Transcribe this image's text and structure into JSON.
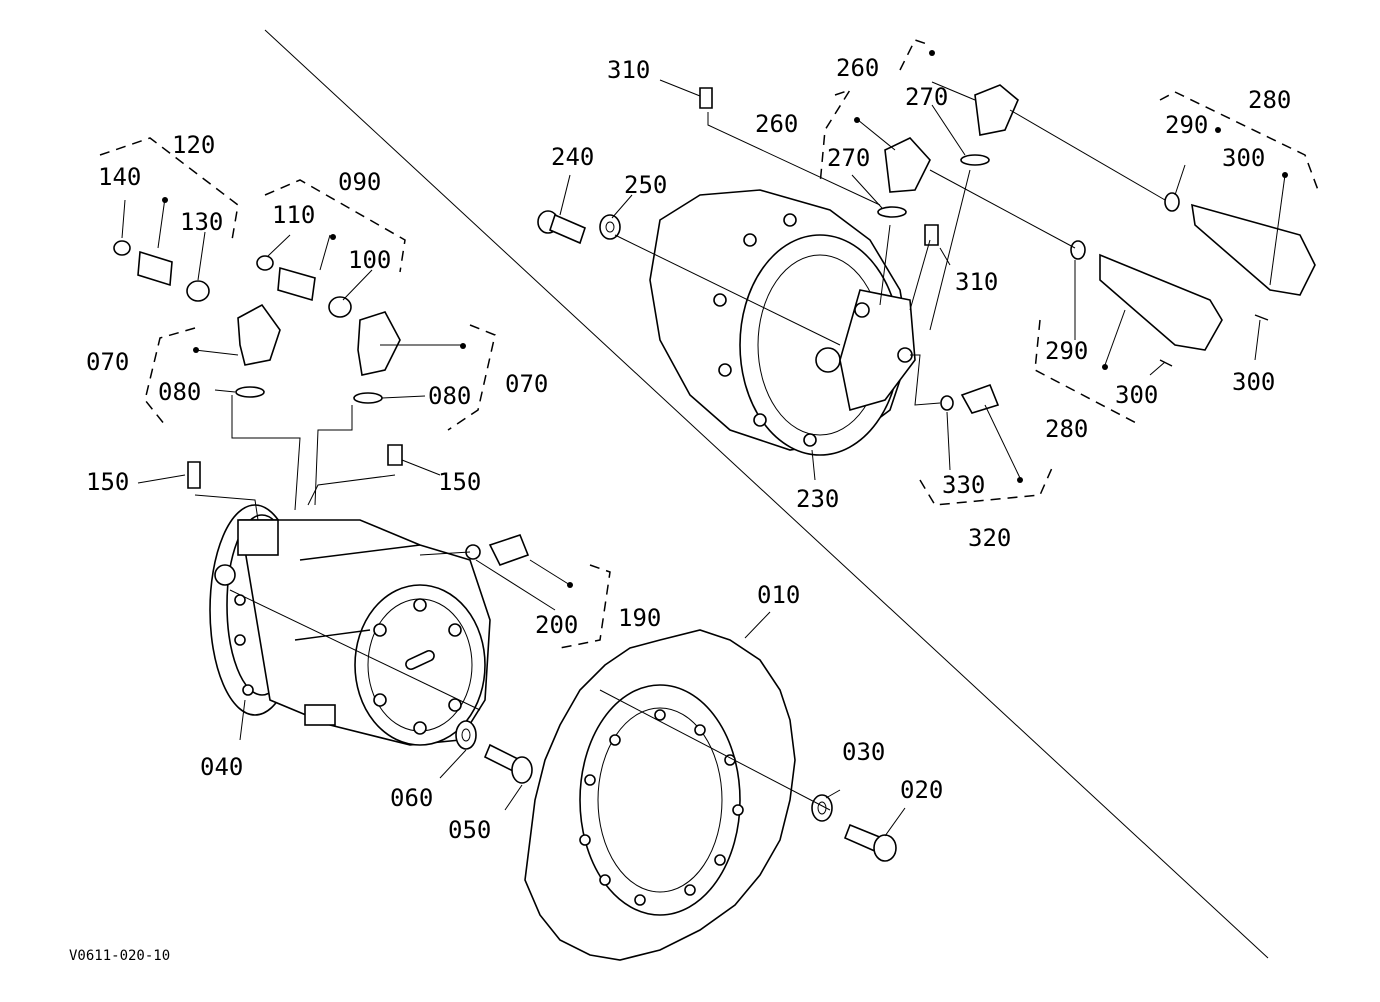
{
  "drawing_code": "V0611-020-10",
  "callouts": {
    "c010": "010",
    "c020": "020",
    "c030": "030",
    "c040": "040",
    "c050": "050",
    "c060": "060",
    "c070a": "070",
    "c070b": "070",
    "c080a": "080",
    "c080b": "080",
    "c090": "090",
    "c100": "100",
    "c110": "110",
    "c120": "120",
    "c130": "130",
    "c140": "140",
    "c150a": "150",
    "c150b": "150",
    "c190": "190",
    "c200": "200",
    "c230": "230",
    "c240": "240",
    "c250": "250",
    "c260a": "260",
    "c260b": "260",
    "c270a": "270",
    "c270b": "270",
    "c280a": "280",
    "c280b": "280",
    "c290a": "290",
    "c290b": "290",
    "c300a": "300",
    "c300b": "300",
    "c300c": "300",
    "c310a": "310",
    "c310b": "310",
    "c320": "320",
    "c330": "330"
  }
}
